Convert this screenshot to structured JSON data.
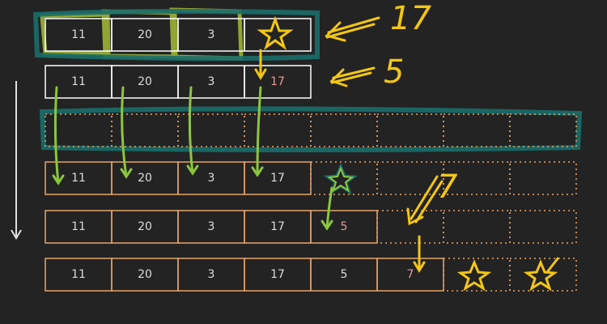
{
  "colors": {
    "background": "#232323",
    "white_cell": "#ffffff",
    "orange_cell": "#e8a56a",
    "text": "#dcdcdc",
    "new_value": "#e79a9a",
    "teal_highlight": "#1a6e6a",
    "yellow_highlight": "#b7d13a",
    "green_arrow": "#8cc63f",
    "yellow_mark": "#f3c614"
  },
  "annotations": {
    "label_top": "17",
    "label_second": "5",
    "label_orange": "7"
  },
  "rows": [
    {
      "border": "white",
      "values": [
        "11",
        "20",
        "3",
        "★"
      ],
      "new_index": 3,
      "dotted_slots": 0
    },
    {
      "border": "white",
      "values": [
        "11",
        "20",
        "3",
        "17"
      ],
      "new_index": 3,
      "dotted_slots": 0
    },
    {
      "border": "orange",
      "values": [],
      "new_index": -1,
      "dotted_slots": 8
    },
    {
      "border": "orange",
      "values": [
        "11",
        "20",
        "3",
        "17"
      ],
      "new_index": -1,
      "dotted_slots": 4
    },
    {
      "border": "orange",
      "values": [
        "11",
        "20",
        "3",
        "17",
        "5"
      ],
      "new_index": 4,
      "dotted_slots": 3
    },
    {
      "border": "orange",
      "values": [
        "11",
        "20",
        "3",
        "17",
        "5",
        "7"
      ],
      "new_index": 5,
      "dotted_slots": 2
    }
  ],
  "icons": {
    "star": "star-icon",
    "arrow": "arrow-icon",
    "time_axis": "down-arrow-icon"
  }
}
